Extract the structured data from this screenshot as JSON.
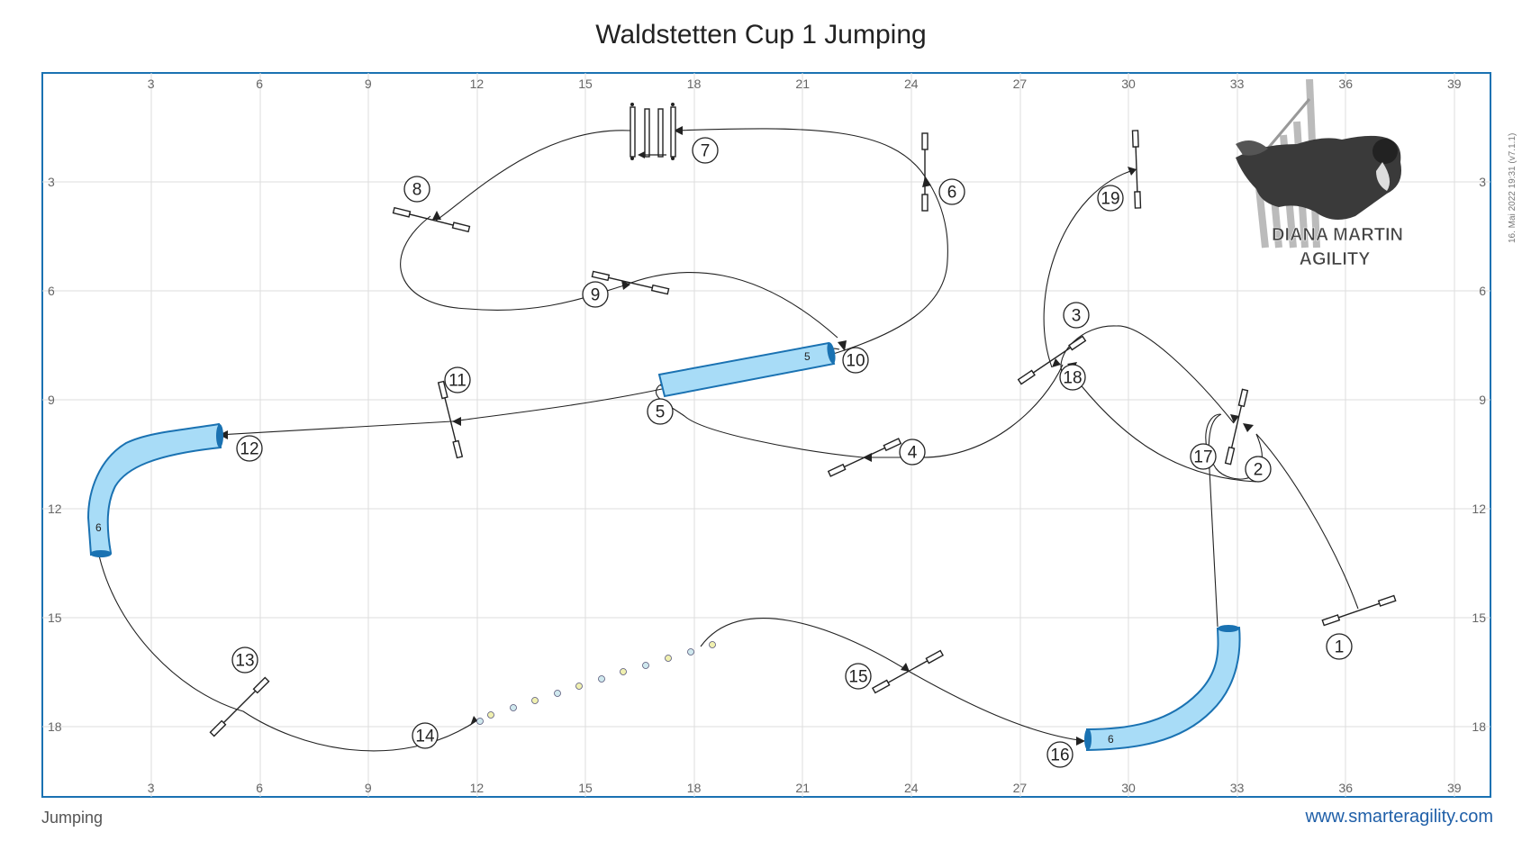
{
  "title": "Waldstetten Cup 1 Jumping",
  "footer": {
    "class_name": "Jumping",
    "website": "www.smarteragility.com"
  },
  "version_stamp": "16. Mai 2022 19:31  (v7.1.1)",
  "axis": {
    "x_ticks": [
      "3",
      "6",
      "9",
      "12",
      "15",
      "18",
      "21",
      "24",
      "27",
      "30",
      "33",
      "36",
      "39"
    ],
    "y_ticks": [
      "3",
      "6",
      "9",
      "12",
      "15",
      "18"
    ]
  },
  "logo": {
    "line1": "DIANA MARTIN",
    "line2": "AGILITY"
  },
  "colors": {
    "tunnel_fill": "#a8dcf7",
    "tunnel_stroke": "#1a72b2",
    "field_border": "#1a72b2",
    "grid": "#dddddd"
  },
  "tunnel_labels": {
    "left": "6",
    "middle": "5",
    "bottom": "6"
  },
  "obstacle_numbers": [
    "1",
    "2",
    "3",
    "4",
    "5",
    "6",
    "7",
    "8",
    "9",
    "10",
    "11",
    "12",
    "13",
    "14",
    "15",
    "16",
    "17",
    "18",
    "19"
  ]
}
